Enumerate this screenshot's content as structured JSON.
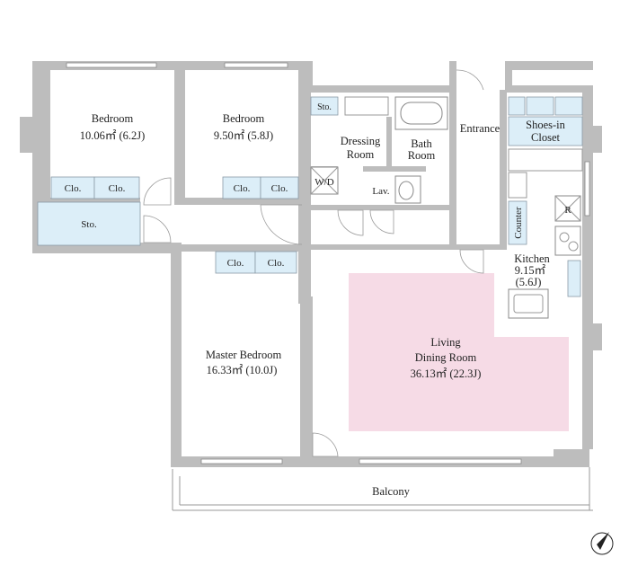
{
  "rooms": {
    "bedroom1": {
      "name": "Bedroom",
      "area": "10.06㎡ (6.2J)"
    },
    "bedroom2": {
      "name": "Bedroom",
      "area": "9.50㎡ (5.8J)"
    },
    "master": {
      "name": "Master Bedroom",
      "area": "16.33㎡ (10.0J)"
    },
    "ldk": {
      "name1": "Living",
      "name2": "Dining Room",
      "area": "36.13㎡ (22.3J)"
    },
    "kitchen": {
      "name": "Kitchen",
      "area1": "9.15㎡",
      "area2": "(5.6J)"
    },
    "dressing": {
      "name1": "Dressing",
      "name2": "Room"
    },
    "bath": {
      "name1": "Bath",
      "name2": "Room"
    },
    "lav": "Lav.",
    "wd": "W/D",
    "entrance": "Entrance",
    "shoes": {
      "name1": "Shoes-in",
      "name2": "Closet"
    },
    "balcony": "Balcony"
  },
  "storage": {
    "clo": "Clo.",
    "sto": "Sto.",
    "counter": "Counter",
    "fridge": "R"
  },
  "colors": {
    "wall": "#bdbdbd",
    "storage": "#dceef8",
    "living_highlight": "#f6dbe6"
  }
}
